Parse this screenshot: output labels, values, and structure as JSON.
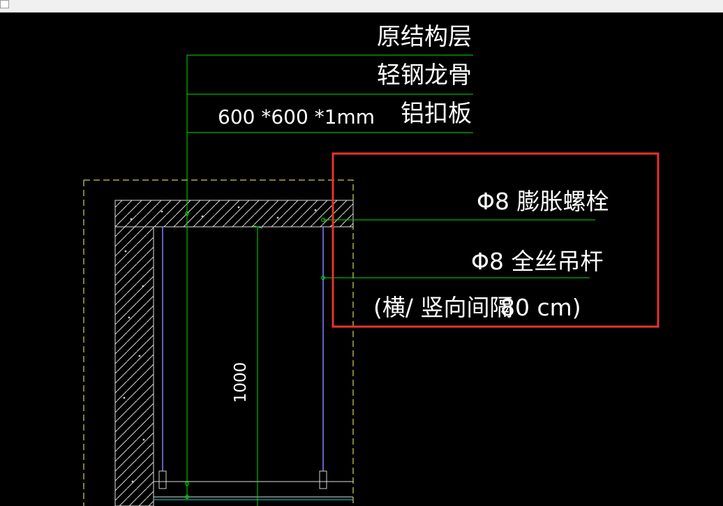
{
  "drawing": {
    "layer_labels": {
      "original_structure": "原结构层",
      "light_steel_keel": "轻钢龙骨",
      "panel_spec": "600 *600 *1mm",
      "aluminum_panel": "铝扣板"
    },
    "annotations": {
      "expansion_bolt": "Φ8  膨胀螺栓",
      "threaded_rod": "Φ8  全丝吊杆",
      "spacing_a": "(横/  竖向间隔",
      "spacing_b": "80 cm)"
    },
    "dimension": "1000",
    "highlight_color": "#e8332a",
    "line_color": "#00e000",
    "frame_color": "#ffff66"
  }
}
